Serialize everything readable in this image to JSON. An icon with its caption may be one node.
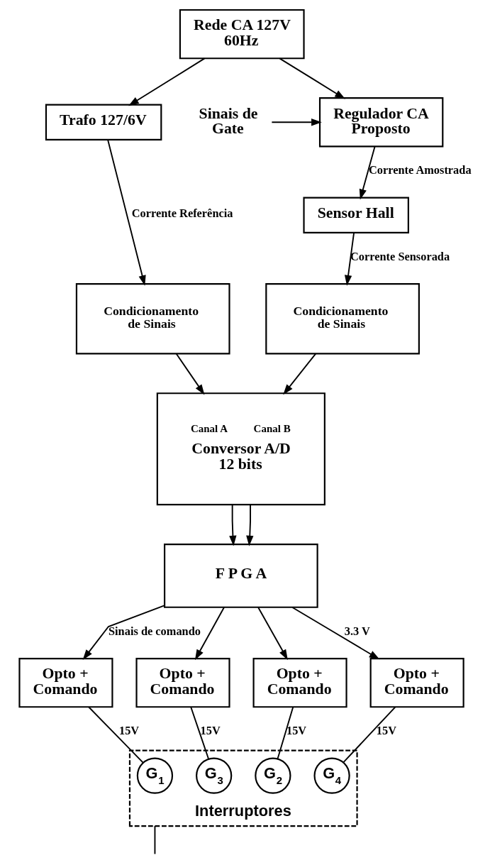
{
  "diagram": {
    "nodes": [
      {
        "text": [
          "Rede CA 127V 60Hz"
        ]
      },
      {
        "text": [
          "Trafo 127/6V"
        ]
      },
      {
        "text": [
          "Regulador CA Proposto"
        ]
      },
      {
        "text": [
          "Sinais de Gate"
        ]
      },
      {
        "text": [
          "Sensor Hall"
        ]
      },
      {
        "text": [
          "Condicionamento de Sinais"
        ]
      },
      {
        "text": [
          "Condicionamento de Sinais"
        ]
      },
      {
        "text": [
          "Canal A",
          "Canal B",
          "Conversor A/D 12 bits"
        ]
      },
      {
        "text": [
          "F P G A"
        ]
      },
      {
        "text": [
          "Opto + Comando"
        ]
      },
      {
        "text": [
          "Opto + Comando"
        ]
      },
      {
        "text": [
          "Opto + Comando"
        ]
      },
      {
        "text": [
          "Opto + Comando"
        ]
      },
      {
        "text": [
          "Interruptores"
        ]
      },
      {
        "text": [
          "G$_{1}$"
        ],
        "in": 13
      },
      {
        "text": [
          "G$_{3}$"
        ],
        "in": 13
      },
      {
        "text": [
          "G$_{2}$"
        ],
        "in": 13
      },
      {
        "text": [
          "G$_{4}$"
        ],
        "in": 13
      }
    ],
    "edges": [
      {
        "from": 0,
        "to": 1,
        "arrow": "to"
      },
      {
        "from": 0,
        "to": 2,
        "arrow": "to"
      },
      {
        "from": 3,
        "to": 2,
        "arrow": "to"
      },
      {
        "from": 2,
        "to": 4,
        "arrow": "to",
        "label": "Corrente Amostrada"
      },
      {
        "from": 1,
        "to": 5,
        "arrow": "to",
        "label": "Corrente Referência"
      },
      {
        "from": 4,
        "to": 6,
        "arrow": "to",
        "label": "Corrente Sensorada"
      },
      {
        "from": 5,
        "to": 7,
        "arrow": "to"
      },
      {
        "from": 6,
        "to": 7,
        "arrow": "to"
      },
      {
        "from": 7,
        "to": 8,
        "arrow": "to"
      },
      {
        "from": 7,
        "to": 8,
        "arrow": "to"
      },
      {
        "from": 8,
        "to": 9,
        "arrow": "to",
        "label": "Sinais de comando"
      },
      {
        "from": 8,
        "to": 10,
        "arrow": "to"
      },
      {
        "from": 8,
        "to": 11,
        "arrow": "to"
      },
      {
        "from": 8,
        "to": 12,
        "arrow": "to",
        "label": "3.3 V"
      },
      {
        "from": 9,
        "to": 14,
        "arrow": "none",
        "label": "15V"
      },
      {
        "from": 10,
        "to": 15,
        "arrow": "none",
        "label": "15V"
      },
      {
        "from": 11,
        "to": 16,
        "arrow": "none",
        "label": "15V"
      },
      {
        "from": 12,
        "to": 17,
        "arrow": "none",
        "label": "15V"
      },
      {
        "from": 13,
        "to": null,
        "arrow": "none"
      }
    ]
  }
}
